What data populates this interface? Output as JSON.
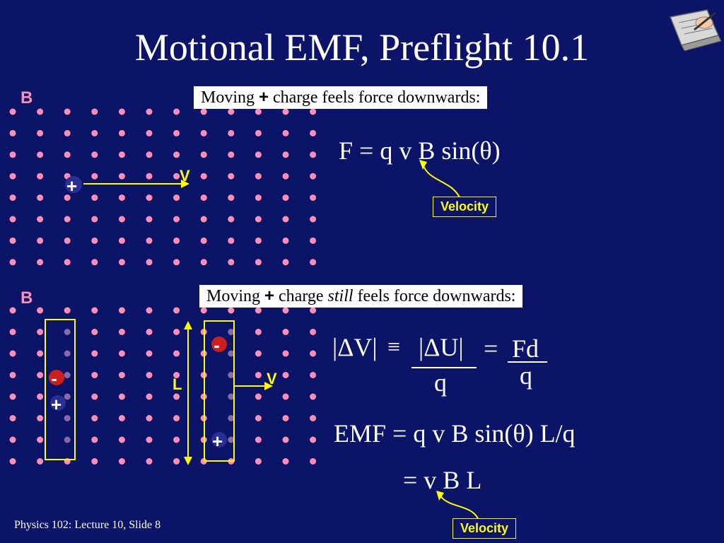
{
  "slide": {
    "title": "Motional EMF, Preflight 10.1",
    "footer": "Physics 102: Lecture 10, Slide 8"
  },
  "top_panel": {
    "field_label": "B",
    "velocity_label": "V",
    "charge_sign": "+",
    "statement": {
      "pre": "Moving ",
      "plus": "+",
      "post": " charge feels force downwards:"
    },
    "equation": "F = q v B sin(θ)",
    "callout": "Velocity"
  },
  "bottom_panel": {
    "field_label": "B",
    "length_label": "L",
    "velocity_label": "V",
    "left_rod_charges": {
      "minus": "-",
      "plus": "+"
    },
    "right_rod_charges": {
      "minus": "-",
      "plus": "+"
    },
    "statement": {
      "pre": "Moving ",
      "plus": "+",
      "mid": " charge ",
      "em": "still",
      "post": " feels force downwards:"
    },
    "potential": {
      "lhs": "|ΔV|",
      "equiv": "≡",
      "mid_num": "|ΔU|",
      "mid_den": "q",
      "equals": "=",
      "rhs_num": "Fd",
      "rhs_den": "q"
    },
    "emf_line": "EMF = q v B sin(θ) L/q",
    "result_line": "= v B L",
    "callout": "Velocity"
  },
  "colors": {
    "background": "#0b1466",
    "field_dots": "#ff8fb4",
    "rod_outline": "#ffff00",
    "label_accent": "#ffff00",
    "rod_dots": "#8a6aa6"
  },
  "icons": [
    "notepad-writing-icon"
  ]
}
